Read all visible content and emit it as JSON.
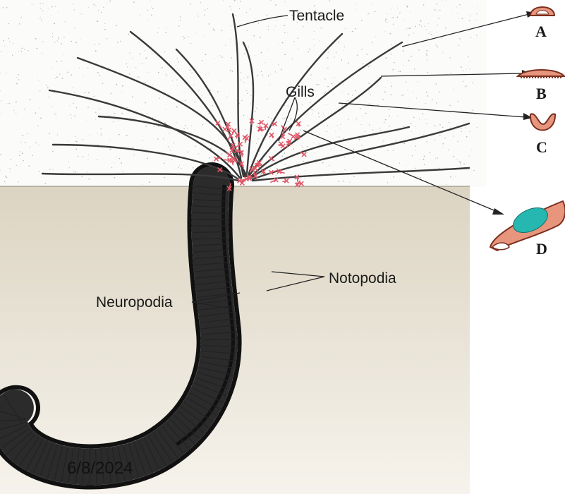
{
  "labels": {
    "tentacle": "Tentacle",
    "gills": "Gills",
    "notopodia": "Notopodia",
    "neuropodia": "Neuropodia"
  },
  "cross_sections": [
    "A",
    "B",
    "C",
    "D"
  ],
  "date_stamp": "6/8/2024",
  "colors": {
    "sediment": "#ded8c8",
    "gills": "#e05868",
    "cross_section_fill": "#e8957e",
    "cross_section_stroke": "#7a3020",
    "mucus_ball": "#26b7b0"
  }
}
